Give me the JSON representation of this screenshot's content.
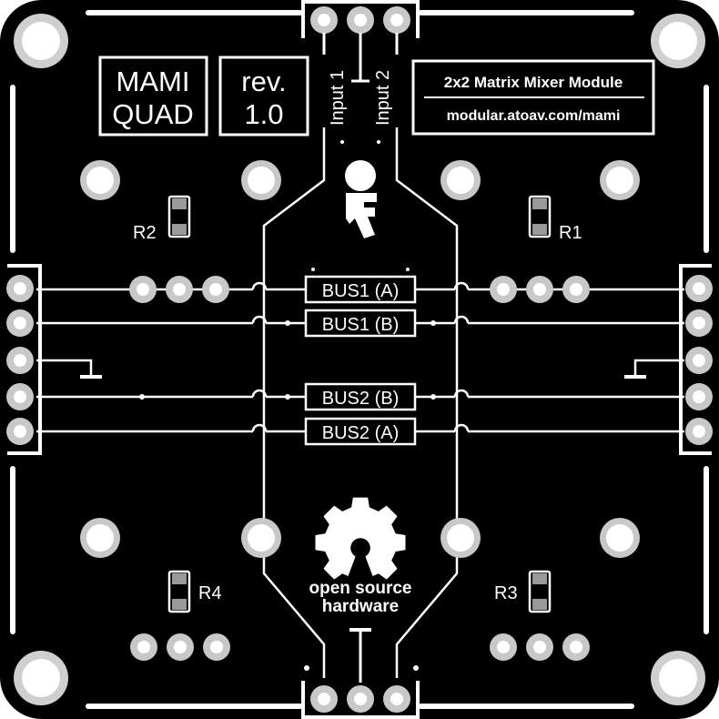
{
  "board": {
    "colors": {
      "pcb": "#000000",
      "silkscreen": "#ffffff",
      "pad": "#c8c8c8",
      "resistor_body": "#9a9a9a"
    },
    "model_name_line1": "MAMI",
    "model_name_line2": "QUAD",
    "revision_line1": "rev.",
    "revision_line2": "1.0",
    "description": "2x2 Matrix Mixer Module",
    "url": "modular.atoav.com/mami",
    "inputs": [
      {
        "label": "Input 1"
      },
      {
        "label": "Input 2"
      }
    ],
    "resistors": [
      {
        "label": "R1"
      },
      {
        "label": "R2"
      },
      {
        "label": "R3"
      },
      {
        "label": "R4"
      }
    ],
    "buses": [
      {
        "label": "BUS1 (A)"
      },
      {
        "label": "BUS1 (B)"
      },
      {
        "label": "BUS2 (B)"
      },
      {
        "label": "BUS2 (A)"
      }
    ],
    "osh_line1": "open source",
    "osh_line2": "hardware",
    "icons": {
      "logo": "keyhole-logo-icon",
      "osh": "open-source-hardware-gear-icon"
    }
  }
}
